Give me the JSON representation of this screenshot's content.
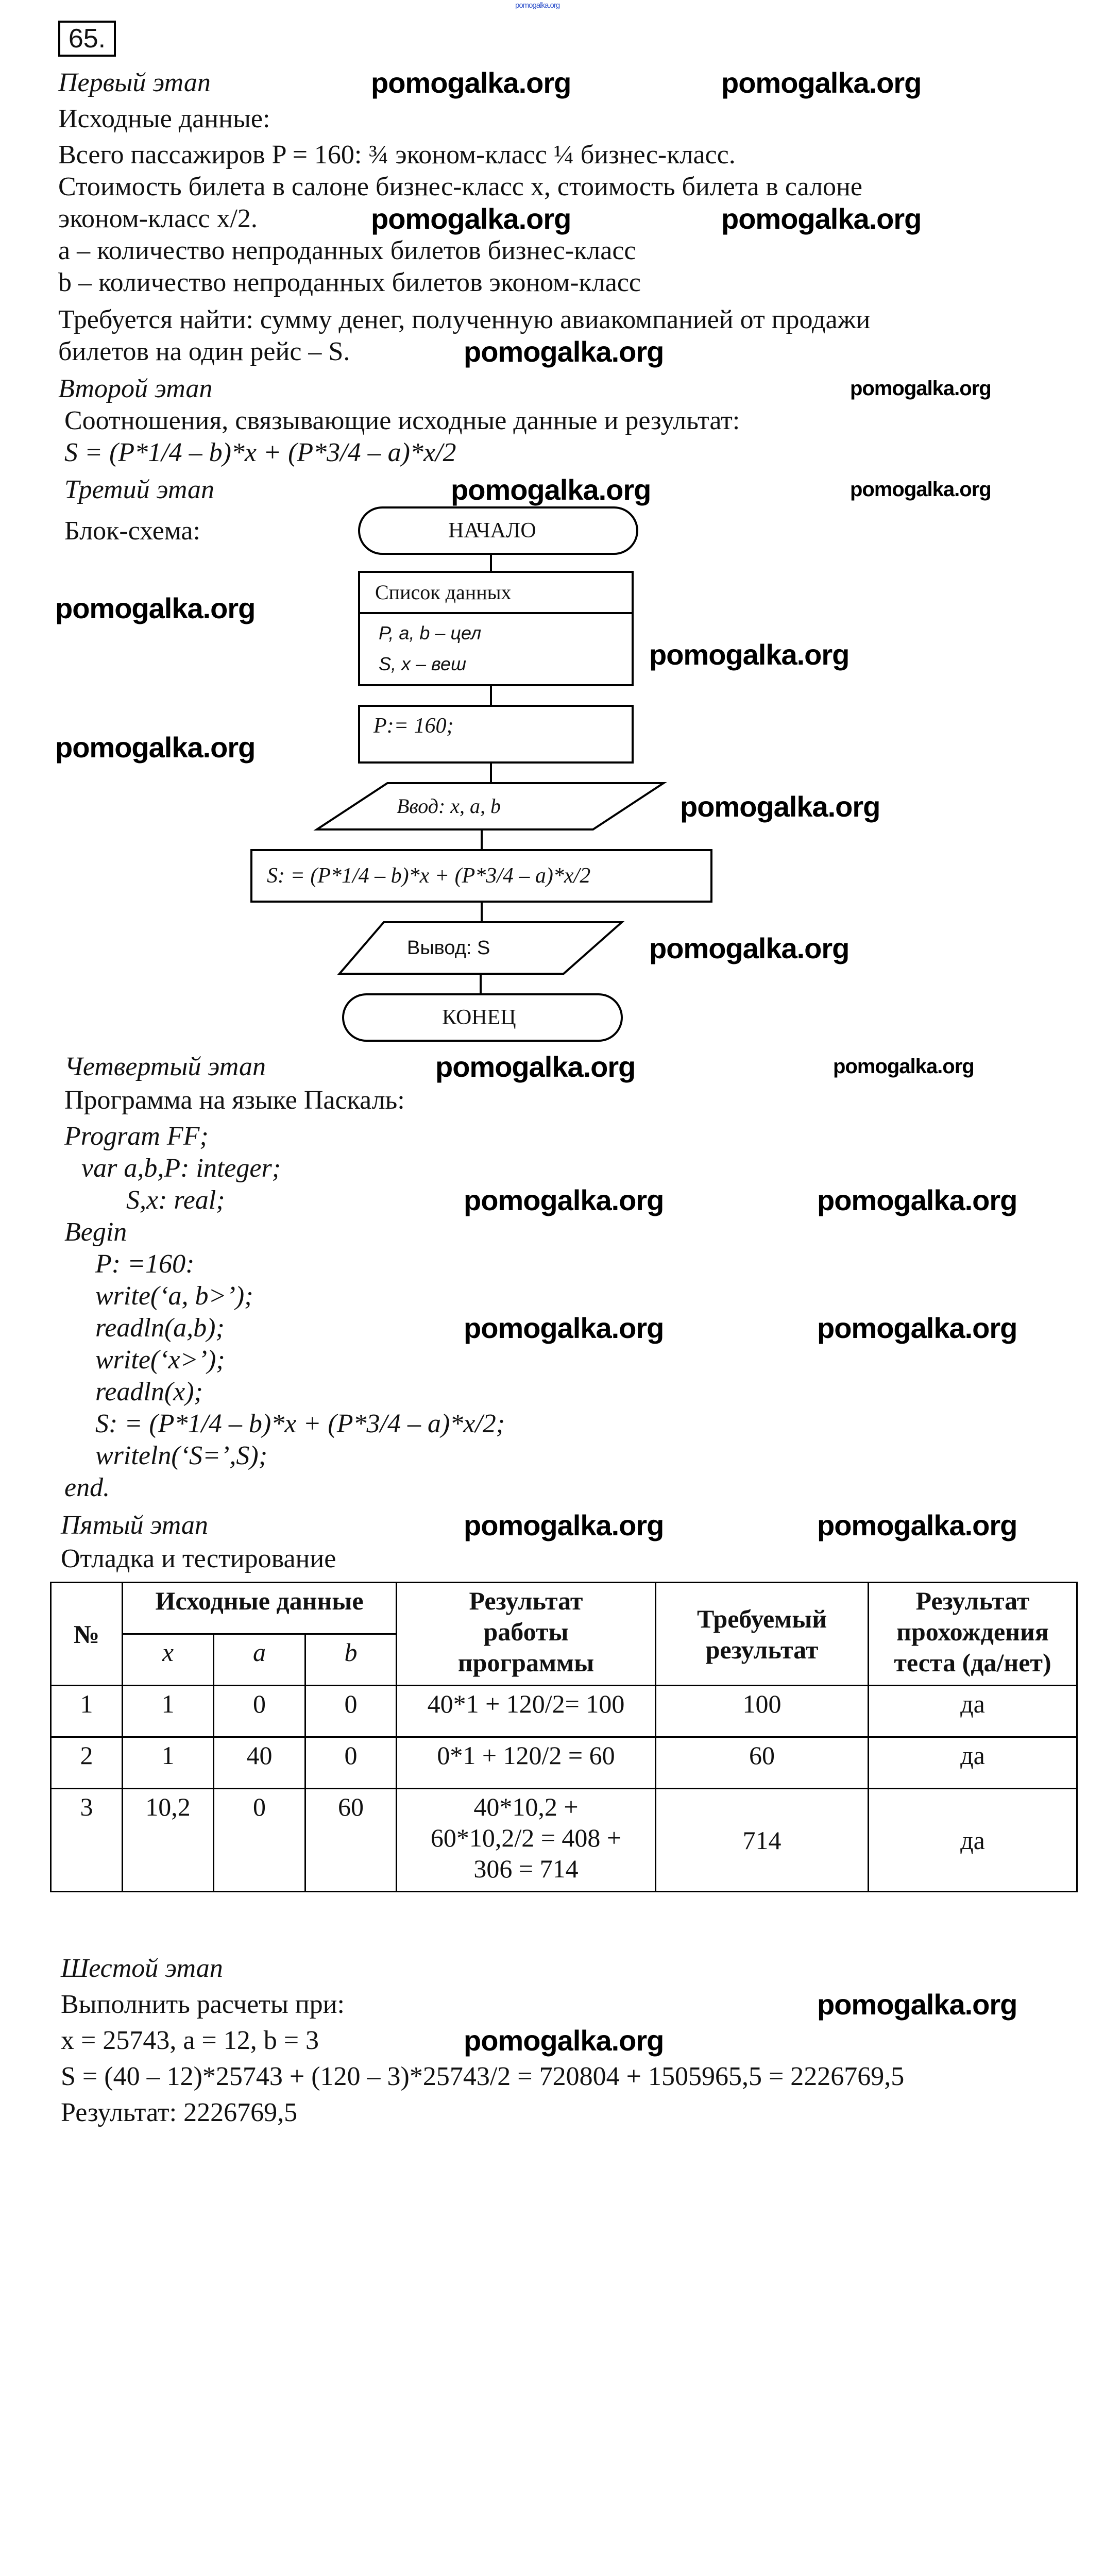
{
  "task_number": "65.",
  "watermark": "pomogalka.org",
  "stage1": {
    "title": "Первый этап",
    "given_heading": "Исходные данные:",
    "lines": [
      "Всего пассажиров P = 160:  ¾ эконом-класс ¼ бизнес-класс.",
      "Стоимость билета в салоне бизнес-класс x, стоимость билета в салоне",
      "эконом-класс x/2.",
      "a – количество непроданных билетов бизнес-класс",
      "b –  количество непроданных билетов эконом-класс"
    ],
    "find": [
      "Требуется найти: сумму денег, полученную авиакомпанией от продажи",
      "билетов на один рейс – S."
    ]
  },
  "stage2": {
    "title": "Второй этап",
    "text": "Соотношения, связывающие исходные данные и результат:",
    "formula": "S = (P*1/4 – b)*x + (P*3/4 – a)*x/2"
  },
  "stage3": {
    "title": "Третий этап",
    "label": "Блок-схема:",
    "flow": {
      "start": "НАЧАЛО",
      "data_list_title": "Список данных",
      "data_list_lines": [
        "P, a, b  – цел",
        "S, x  – веш"
      ],
      "assign": "P:= 160;",
      "input": "Ввод: x, a, b",
      "compute": "S: = (P*1/4 – b)*x + (P*3/4 – a)*x/2",
      "output": "Вывод:  S",
      "end": "КОНЕЦ"
    }
  },
  "stage4": {
    "title": "Четвертый этап",
    "label": "Программа на языке Паскаль:",
    "code": [
      "Program FF;",
      "var a,b,P: integer;",
      "S,x: real;",
      "Begin",
      "P: =160:",
      "write(‘a, b>’);",
      "readln(a,b);",
      "write(‘x>’);",
      "readln(x);",
      "S: = (P*1/4 – b)*x + (P*3/4 – a)*x/2;",
      "writeln(‘S=’,S);",
      "end."
    ]
  },
  "stage5": {
    "title": "Пятый этап",
    "label": "Отладка и тестирование",
    "table": {
      "headers": {
        "num": "№",
        "input": "Исходные данные",
        "x": "x",
        "a": "a",
        "b": "b",
        "program_result": "Результат работы программы",
        "expected": "Требуемый результат",
        "passed": "Результат прохождения теста (да/нет)"
      },
      "rows": [
        {
          "n": "1",
          "x": "1",
          "a": "0",
          "b": "0",
          "program": [
            "40*1 + 120/2= 100"
          ],
          "expected": "100",
          "passed": "да"
        },
        {
          "n": "2",
          "x": "1",
          "a": "40",
          "b": "0",
          "program": [
            "0*1 + 120/2 = 60"
          ],
          "expected": "60",
          "passed": "да"
        },
        {
          "n": "3",
          "x": "10,2",
          "a": "0",
          "b": "60",
          "program": [
            "40*10,2 +",
            "60*10,2/2 = 408 +",
            "306 = 714"
          ],
          "expected": "714",
          "passed": "да"
        }
      ]
    }
  },
  "stage6": {
    "title": "Шестой этап",
    "label": "Выполнить расчеты при:",
    "values": "x = 25743, a = 12, b = 3",
    "calc": "S = (40 – 12)*25743 + (120 – 3)*25743/2 = 720804 + 1505965,5 = 2226769,5",
    "result": "Результат: 2226769,5"
  }
}
